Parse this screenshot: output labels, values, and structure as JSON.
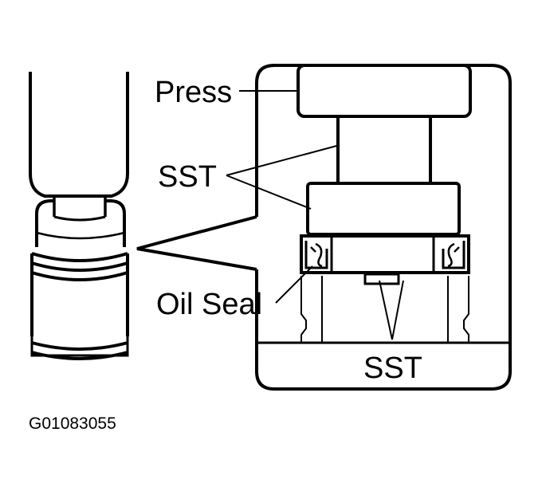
{
  "labels": {
    "press": "Press",
    "sst_upper": "SST",
    "oil_seal": "Oil Seal",
    "sst_lower": "SST"
  },
  "figure_code": "G01083055",
  "colors": {
    "ink": "#000000",
    "paper": "#ffffff"
  }
}
